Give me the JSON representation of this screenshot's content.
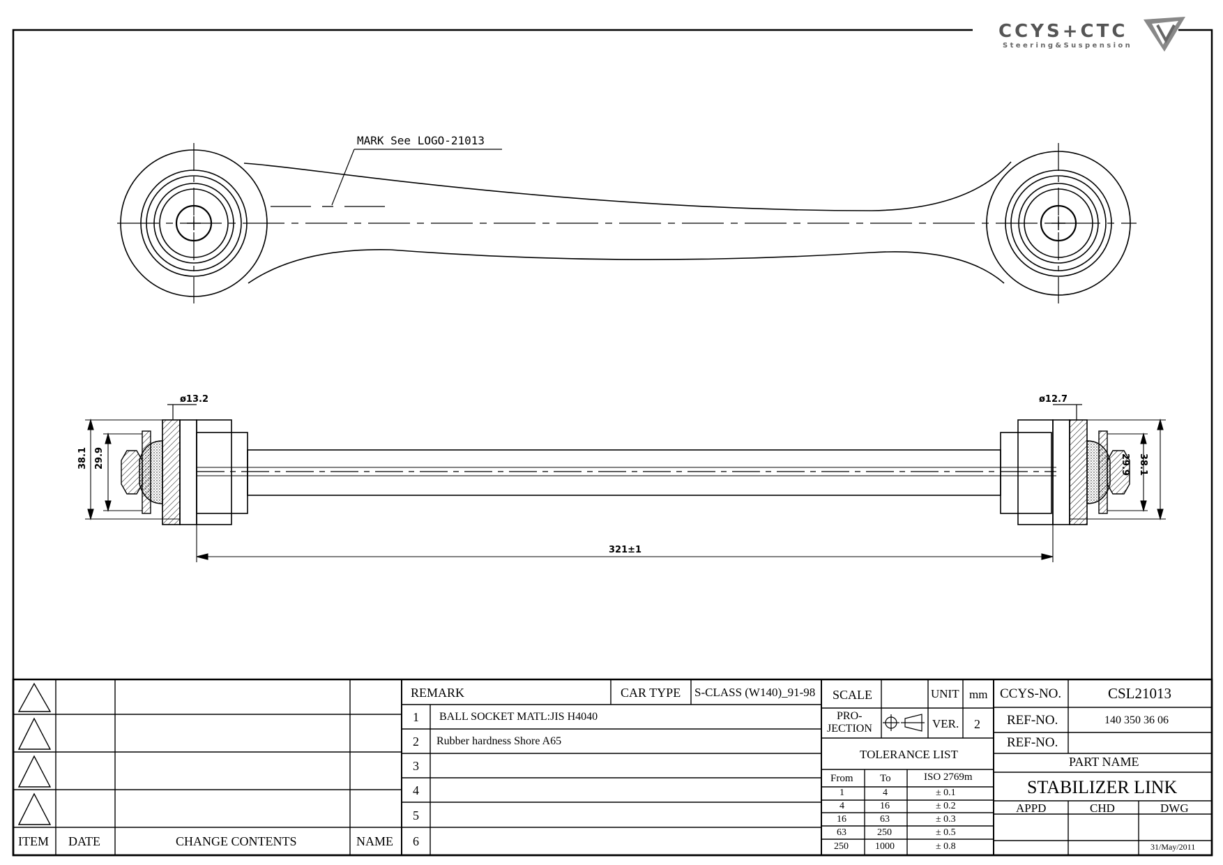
{
  "logo": {
    "brand": "CCYS+CTC",
    "tagline": "Steering&Suspension"
  },
  "top_view": {
    "mark_note": "MARK See LOGO-21013"
  },
  "side_view": {
    "dia_left": "ø13.2",
    "dia_right": "ø12.7",
    "h_outer_left": "38.1",
    "h_inner_left": "29.9",
    "h_outer_right": "38.1",
    "h_inner_right": "29.9",
    "length": "321±1"
  },
  "revision": {
    "headers": {
      "item": "ITEM",
      "date": "DATE",
      "change": "CHANGE CONTENTS",
      "name": "NAME"
    }
  },
  "remarks": {
    "header": "REMARK",
    "car_type_label": "CAR TYPE",
    "car_type_value": "S-CLASS (W140)_91-98",
    "rows": [
      {
        "no": "1",
        "text": "BALL SOCKET MATL:JIS H4040"
      },
      {
        "no": "2",
        "text": "Rubber hardness Shore A65"
      },
      {
        "no": "3",
        "text": ""
      },
      {
        "no": "4",
        "text": ""
      },
      {
        "no": "5",
        "text": ""
      },
      {
        "no": "6",
        "text": ""
      }
    ]
  },
  "spec": {
    "scale_label": "SCALE",
    "scale_value": "",
    "unit_label": "UNIT",
    "unit_value": "mm",
    "projection_label_1": "PRO-",
    "projection_label_2": "JECTION",
    "ver_label": "VER.",
    "ver_value": "2",
    "tolerance_title": "TOLERANCE LIST",
    "tolerance_headers": {
      "from": "From",
      "to": "To",
      "iso": "ISO 2769m"
    },
    "tolerance_rows": [
      {
        "from": "1",
        "to": "4",
        "tol": "± 0.1"
      },
      {
        "from": "4",
        "to": "16",
        "tol": "± 0.2"
      },
      {
        "from": "16",
        "to": "63",
        "tol": "± 0.3"
      },
      {
        "from": "63",
        "to": "250",
        "tol": "± 0.5"
      },
      {
        "from": "250",
        "to": "1000",
        "tol": "± 0.8"
      }
    ]
  },
  "title_block": {
    "ccys_label": "CCYS-NO.",
    "ccys_value": "CSL21013",
    "ref1_label": "REF-NO.",
    "ref1_value": "140 350 36 06",
    "ref2_label": "REF-NO.",
    "ref2_value": "",
    "part_name_label": "PART NAME",
    "part_name_value": "STABILIZER LINK",
    "appd_label": "APPD",
    "chd_label": "CHD",
    "dwg_label": "DWG",
    "date_value": "31/May/2011"
  }
}
